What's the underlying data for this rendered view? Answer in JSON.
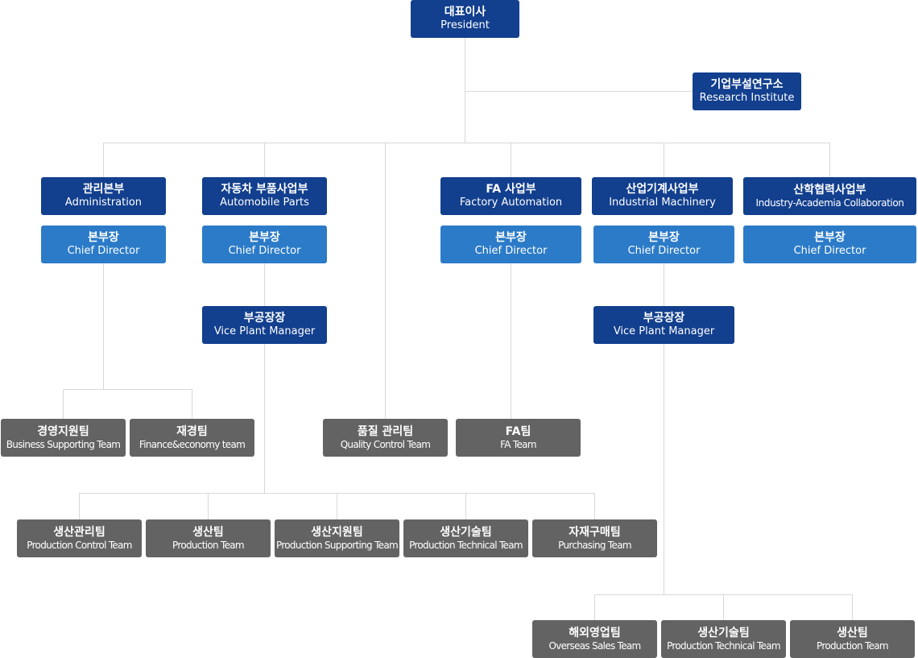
{
  "colors": {
    "executive": "#123f8e",
    "director": "#2b7bc8",
    "team": "#636363",
    "connector": "#d8d8d8"
  },
  "president": {
    "ko": "대표이사",
    "en": "President"
  },
  "research": {
    "ko": "기업부설연구소",
    "en": "Research Institute"
  },
  "divisions": {
    "administration": {
      "ko": "관리본부",
      "en": "Administration"
    },
    "automobile": {
      "ko": "자동차 부품사업부",
      "en": "Automobile Parts"
    },
    "factory": {
      "ko": "FA 사업부",
      "en": "Factory Automation"
    },
    "industrial": {
      "ko": "산업기계사업부",
      "en": "Industrial Machinery"
    },
    "academia": {
      "ko": "산학협력사업부",
      "en": "Industry-Academia Collaboration"
    }
  },
  "chief_director": {
    "ko": "본부장",
    "en": "Chief Director"
  },
  "vice_plant_manager": {
    "ko": "부공장장",
    "en": "Vice Plant Manager"
  },
  "teams": {
    "business_supporting": {
      "ko": "경영지원팀",
      "en": "Business Supporting Team"
    },
    "finance": {
      "ko": "재경팀",
      "en": "Finance&economy team"
    },
    "quality_control": {
      "ko": "품질 관리팀",
      "en": "Quality Control Team"
    },
    "fa_team": {
      "ko": "FA팀",
      "en": "FA Team"
    },
    "production_control": {
      "ko": "생산관리팀",
      "en": "Production Control Team"
    },
    "production": {
      "ko": "생산팀",
      "en": "Production Team"
    },
    "production_supporting": {
      "ko": "생산지원팀",
      "en": "Production Supporting Team"
    },
    "production_technical": {
      "ko": "생산기술팀",
      "en": "Production Technical Team"
    },
    "purchasing": {
      "ko": "자재구매팀",
      "en": "Purchasing Team"
    },
    "overseas_sales": {
      "ko": "해외영업팀",
      "en": "Overseas Sales Team"
    }
  }
}
